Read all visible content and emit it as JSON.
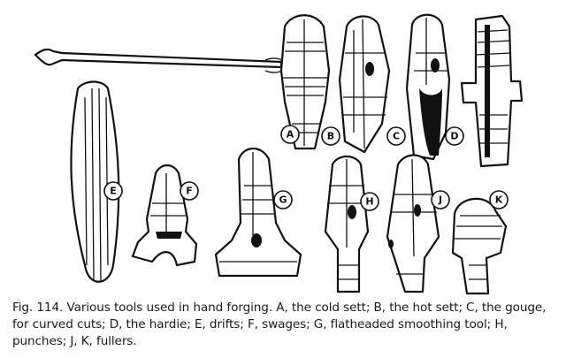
{
  "figure": {
    "caption": "Fig. 114. Various tools used in hand forging. A, the cold sett; B, the hot sett; C, the gouge, for curved cuts; D, the hardie; E, drifts; F, swages; G, flatheaded smoothing tool; H, punches; J, K, fullers.",
    "labels": {
      "A": "A",
      "B": "B",
      "C": "C",
      "D": "D",
      "E": "E",
      "F": "F",
      "G": "G",
      "H": "H",
      "J": "J",
      "K": "K"
    }
  }
}
